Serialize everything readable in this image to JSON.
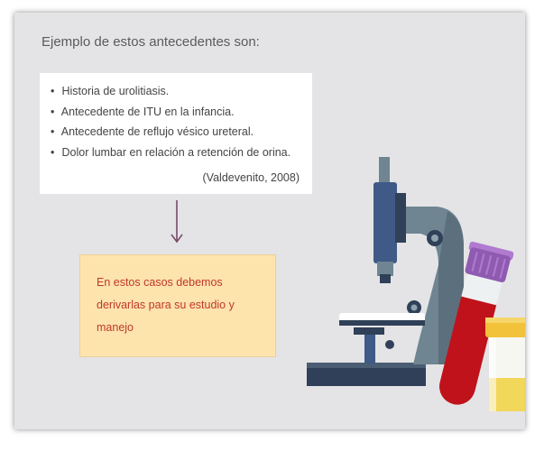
{
  "intro": {
    "text": "Ejemplo de estos antecedentes son:"
  },
  "examples": {
    "bullet": "•",
    "items": [
      {
        "label": "Historia de urolitiasis."
      },
      {
        "label": "Antecedente de ITU en la infancia."
      },
      {
        "label": "Antecedente de reflujo vésico ureteral."
      },
      {
        "label": "Dolor lumbar en relación a retención de orina."
      }
    ],
    "citation": "(Valdevenito, 2008)"
  },
  "note": {
    "text": "En estos casos debemos derivarlas para su estudio y manejo"
  },
  "illustration": {
    "icons": [
      "microscope-icon",
      "blood-tube-icon",
      "urine-cup-icon"
    ]
  },
  "colors": {
    "background": "#e4e4e6",
    "arrow": "#7a4a6a",
    "note_bg": "#fde3ac",
    "note_text": "#c0392b",
    "tube_red": "#c0121a",
    "tube_cap": "#8e5bb0",
    "cup_lid": "#f2c23a",
    "microscope_body": "#6f8591",
    "microscope_dark": "#2f4058"
  }
}
